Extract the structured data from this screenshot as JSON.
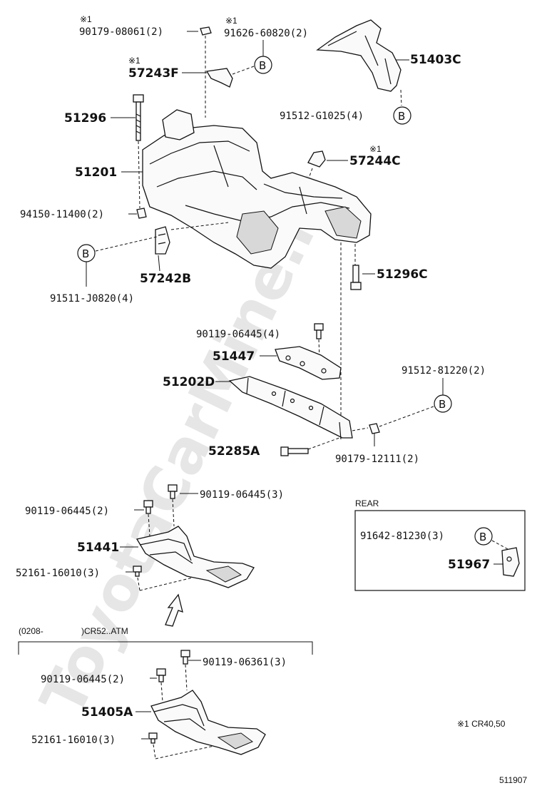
{
  "watermark": "ToyotaCarMine.ru",
  "labels": {
    "p90179_08061_note": "※1",
    "p90179_08061": "90179-08061(2)",
    "p91626_60820_note": "※1",
    "p91626_60820": "91626-60820(2)",
    "p57243F_note": "※1",
    "p57243F": "57243F",
    "p51403C": "51403C",
    "p51296": "51296",
    "p91512_G1025": "91512-G1025(4)",
    "p57244C_note": "※1",
    "p57244C": "57244C",
    "p51201": "51201",
    "p94150_11400": "94150-11400(2)",
    "p57242B": "57242B",
    "p91511_J0820": "91511-J0820(4)",
    "p51296C": "51296C",
    "p90119_06445_a": "90119-06445(4)",
    "p51447": "51447",
    "p51202D": "51202D",
    "p91512_81220": "91512-81220(2)",
    "p52285A": "52285A",
    "p90179_12111": "90179-12111(2)",
    "p90119_06445_b": "90119-06445(3)",
    "p90119_06445_c": "90119-06445(2)",
    "p51441": "51441",
    "p52161_16010_a": "52161-16010(3)",
    "rear_title": "REAR",
    "p91642_81230": "91642-81230(3)",
    "p51967": "51967",
    "range_start": "(0208-",
    "range_cond": ")CR52..ATM",
    "p90119_06361": "90119-06361(3)",
    "p90119_06445_d": "90119-06445(2)",
    "p51405A": "51405A",
    "p52161_16010_b": "52161-16010(3)",
    "footnote": "※1 CR40,50",
    "diagram_code": "511907"
  },
  "ref_circle_letter": "B"
}
